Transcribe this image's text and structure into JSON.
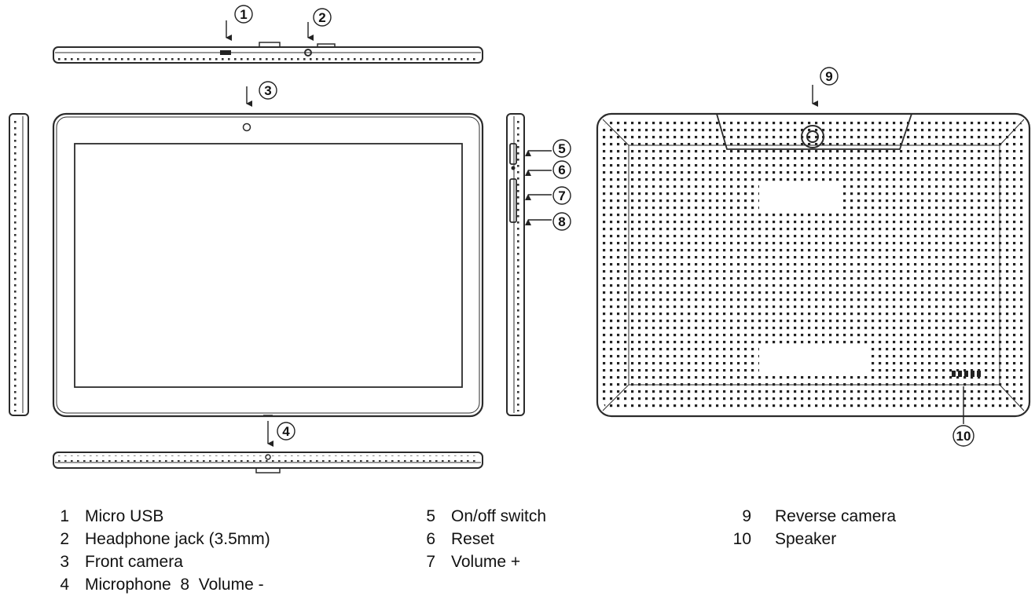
{
  "callouts": [
    "1",
    "2",
    "3",
    "4",
    "5",
    "6",
    "7",
    "8",
    "9",
    "10"
  ],
  "legend": {
    "col1": [
      {
        "num": "1",
        "label": "Micro USB"
      },
      {
        "num": "2",
        "label": "Headphone jack (3.5mm)"
      },
      {
        "num": "3",
        "label": "Front camera"
      },
      {
        "num": "4",
        "label": "Microphone  8  Volume -"
      }
    ],
    "col2": [
      {
        "num": "5",
        "label": "On/off switch"
      },
      {
        "num": "6",
        "label": "Reset"
      },
      {
        "num": "7",
        "label": "Volume +"
      }
    ],
    "col3": [
      {
        "num": "9",
        "label": "Reverse camera"
      },
      {
        "num": "10",
        "label": "Speaker"
      }
    ]
  },
  "colors": {
    "line": "#2b2b2b",
    "background": "#ffffff"
  }
}
